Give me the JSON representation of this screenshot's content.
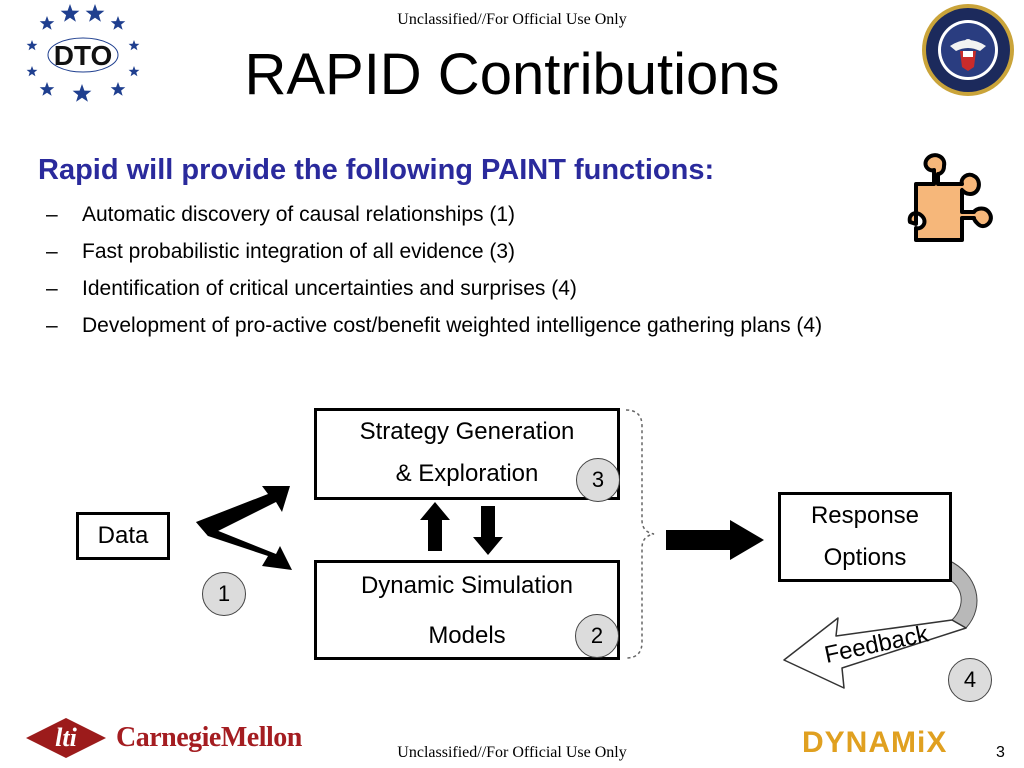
{
  "header": {
    "classification": "Unclassified//For Official Use Only",
    "dto_logo_text": "DTO",
    "title": "RAPID Contributions"
  },
  "content": {
    "heading": "Rapid will provide the following PAINT functions:",
    "dash": "–",
    "bullets": [
      "Automatic discovery of causal relationships (1)",
      "Fast probabilistic integration of all evidence (3)",
      "Identification of critical uncertainties and surprises (4)",
      "Development of pro-active cost/benefit weighted intelligence gathering plans (4)"
    ]
  },
  "diagram": {
    "data_label": "Data",
    "strategy_line1": "Strategy Generation",
    "strategy_line2": "& Exploration",
    "simulation_line1": "Dynamic Simulation",
    "simulation_line2": "Models",
    "response_line1": "Response",
    "response_line2": "Options",
    "feedback_label": "Feedback",
    "badges": {
      "one": "1",
      "two": "2",
      "three": "3",
      "four": "4"
    }
  },
  "footer": {
    "classification": "Unclassified//For Official Use Only",
    "lti_text": "lti",
    "cmu_text": "CarnegieMellon",
    "dynamix_text": "DYNAMiX",
    "page_number": "3"
  }
}
